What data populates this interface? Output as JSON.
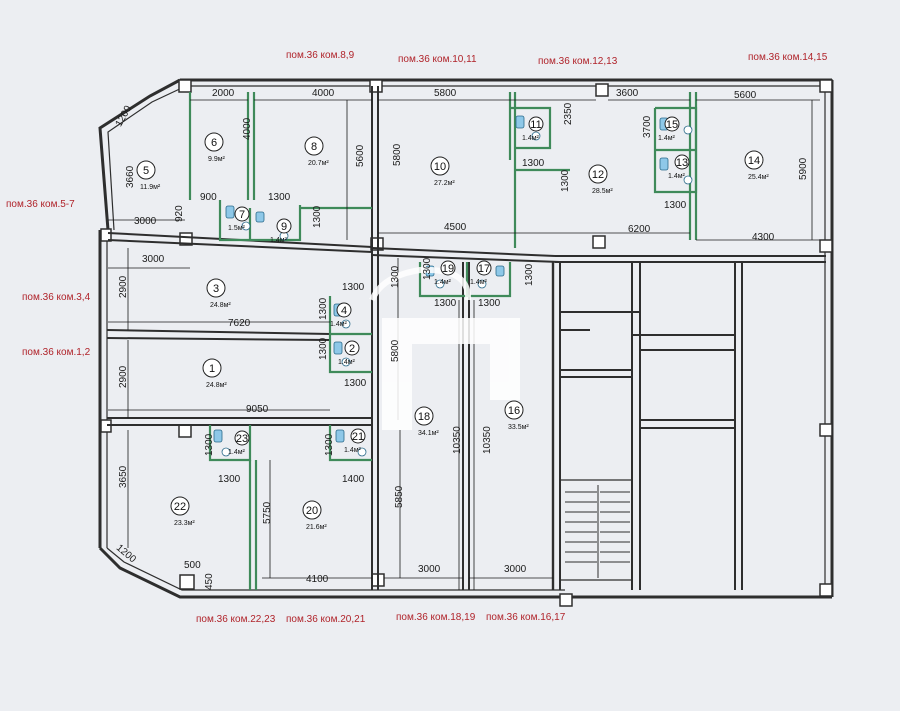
{
  "labels": {
    "top": [
      "пом.36 ком.8,9",
      "пом.36 ком.10,11",
      "пом.36 ком.12,13",
      "пом.36 ком.14,15"
    ],
    "left": [
      "пом.36 ком.5-7",
      "пом.36 ком.3,4",
      "пом.36 ком.1,2"
    ],
    "bottom": [
      "пом.36 ком.22,23",
      "пом.36 ком.20,21",
      "пом.36 ком.18,19",
      "пом.36 ком.16,17"
    ]
  },
  "rooms": {
    "r1": {
      "num": "1",
      "area": "24.8м²"
    },
    "r2": {
      "num": "2",
      "area": "1.4м²"
    },
    "r3": {
      "num": "3",
      "area": "24.8м²"
    },
    "r4": {
      "num": "4",
      "area": "1.4м²"
    },
    "r5": {
      "num": "5",
      "area": "11.9м²"
    },
    "r6": {
      "num": "6",
      "area": "9.9м²"
    },
    "r7": {
      "num": "7",
      "area": "1.5м²"
    },
    "r8": {
      "num": "8",
      "area": "20.7м²"
    },
    "r9": {
      "num": "9",
      "area": "1.4м²"
    },
    "r10": {
      "num": "10",
      "area": "27.2м²"
    },
    "r11": {
      "num": "11",
      "area": "1.4м²"
    },
    "r12": {
      "num": "12",
      "area": "28.5м²"
    },
    "r13": {
      "num": "13",
      "area": "1.4м²"
    },
    "r14": {
      "num": "14",
      "area": "25.4м²"
    },
    "r15": {
      "num": "15",
      "area": "1.4м²"
    },
    "r16": {
      "num": "16",
      "area": "33.5м²"
    },
    "r17": {
      "num": "17",
      "area": "1.4м²"
    },
    "r18": {
      "num": "18",
      "area": "34.1м²"
    },
    "r19": {
      "num": "19",
      "area": "1.4м²"
    },
    "r20": {
      "num": "20",
      "area": "21.6м²"
    },
    "r21": {
      "num": "21",
      "area": "1.4м²"
    },
    "r22": {
      "num": "22",
      "area": "23.3м²"
    },
    "r23": {
      "num": "23",
      "area": "1.4м²"
    }
  },
  "dims": {
    "d2000": "2000",
    "d4000a": "4000",
    "d5800a": "5800",
    "d3600": "3600",
    "d5600a": "5600",
    "d1200a": "1200",
    "d3660": "3660",
    "d4000b": "4000",
    "d5600b": "5600",
    "d5800b": "5800",
    "d2350": "2350",
    "d3700": "3700",
    "d5900": "5900",
    "d1300a": "1300",
    "d900": "900",
    "d1300b": "1300",
    "d3000a": "3000",
    "d920": "920",
    "d1300c": "1300",
    "d4500": "4500",
    "d1300d": "1300",
    "d6200": "6200",
    "d4300": "4300",
    "d3000b": "3000",
    "d1300e": "1300",
    "d1300f": "1300",
    "d1300g": "1300",
    "d2900a": "2900",
    "d1300h": "1300",
    "d7620": "7620",
    "d1300i": "1300",
    "d1300j": "1300",
    "d2900b": "2900",
    "d5800c": "5800",
    "d1300k": "1300",
    "d9050": "9050",
    "d1300l": "1300",
    "d1300m": "1300",
    "d3650": "3650",
    "d1300n": "1300",
    "d1400": "1400",
    "d10350a": "10350",
    "d10350b": "10350",
    "d5750": "5750",
    "d5850": "5850",
    "d1200b": "1200",
    "d500": "500",
    "d450": "450",
    "d4100": "4100",
    "d3000c": "3000",
    "d3000d": "3000",
    "d1300o": "1300",
    "d1300p": "1300",
    "d1300q": "1300"
  },
  "colors": {
    "wall": "#2e2e2e",
    "partition": "#3f8a5a",
    "label": "#b0232a"
  }
}
